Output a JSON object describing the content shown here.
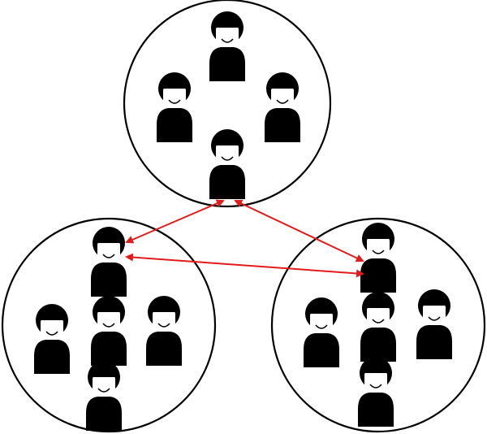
{
  "colors": {
    "background": "#ffffff",
    "group_outline": "#000000",
    "person_fill": "#000000",
    "face_fill": "#ffffff",
    "connection": "#e21b1b"
  },
  "icons": {
    "person": "person-icon",
    "arrow": "double-headed-arrow"
  },
  "groups": [
    {
      "id": "top-group",
      "member_count": 4
    },
    {
      "id": "left-group",
      "member_count": 5
    },
    {
      "id": "right-group",
      "member_count": 5
    }
  ],
  "connections": [
    {
      "from": "top-group",
      "to": "left-group",
      "direction": "bidirectional"
    },
    {
      "from": "top-group",
      "to": "right-group",
      "direction": "bidirectional"
    },
    {
      "from": "left-group",
      "to": "right-group",
      "direction": "bidirectional"
    }
  ]
}
